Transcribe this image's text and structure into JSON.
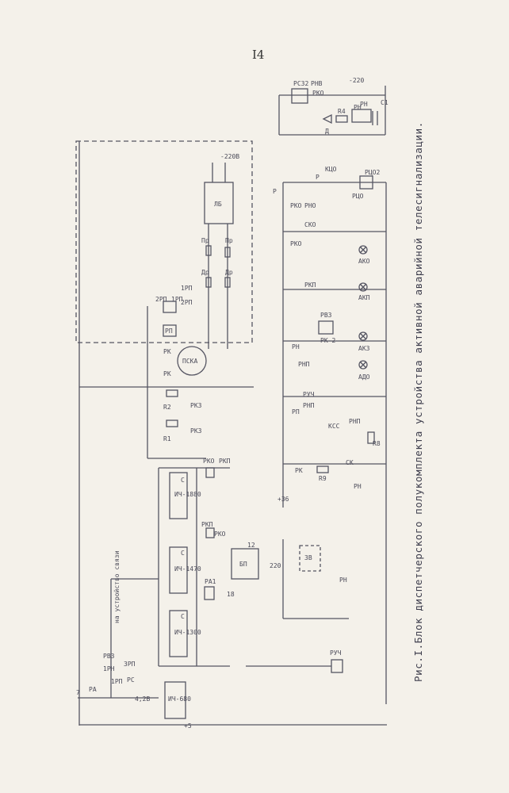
{
  "page": {
    "number": "I4"
  },
  "figure": {
    "caption": "Рис.I.Блок диспетчерского полукомплекта устройства активной аварийной телесигнализации."
  },
  "labels": {
    "minus220_top": "-220",
    "rs32": "РС32",
    "rnv": "РНВ",
    "rko_small": "РКО",
    "d": "Д",
    "r4": "R4",
    "rn_top": "РН",
    "rn_small": "РН",
    "c1": "С1",
    "minus220b": "-220В",
    "lb": "ЛБ",
    "pr1": "Пр",
    "pr2": "Пр",
    "dr1": "Др",
    "dr2": "Др",
    "p_top": "Р",
    "p_small": "Р",
    "rko_b": "РКО",
    "rno": "РНО",
    "kco": "КЦО",
    "sko": "СКО",
    "rko_c": "РКО",
    "rco": "РЦО",
    "rco2": "РЦО2",
    "ako": "АКО",
    "rkp": "РКП",
    "akp": "АКП",
    "rn_mid": "РН",
    "rvz": "РВЗ",
    "rk2": "РК-2",
    "rnp_mid": "РНП",
    "akz": "АКЗ",
    "ado": "АДО",
    "rp_mid": "РП",
    "rnp_low": "РНП",
    "ruch": "РУЧ",
    "ksg": "КСС",
    "rnp_mid2": "РНП",
    "r8": "R8",
    "rk_low": "РК",
    "r9": "R9",
    "sk": "СК",
    "rn_low": "РН",
    "plus36": "+36",
    "zv": "ЗВ",
    "rn_bell": "РН",
    "rp2": "2РП",
    "rp1": "1РП",
    "rp_left": "РП",
    "rpa": "1РП",
    "rpb": "2РП",
    "rk_pska": "РК",
    "rk_pska2": "РК",
    "pska": "ПСКА",
    "r2": "R2",
    "r1": "R1",
    "rk3": "РКЗ",
    "rk3b": "РКЗ",
    "plus_wire": "+",
    "ich1880": "ИЧ-1880",
    "ich1470": "ИЧ-1470",
    "ich1300": "ИЧ-1300",
    "ich680": "ИЧ-680",
    "c_a": "С",
    "c_b": "С",
    "c_c": "С",
    "rko_up": "РКО",
    "rkp_up": "РКП",
    "rkp_mid": "РКП",
    "rko_mid": "РКО",
    "ra1": "РА1",
    "bp": "БП",
    "v220": "220",
    "v18": "18",
    "v12": "12",
    "ruch_low": "РУЧ",
    "plus_5": "+5",
    "ra_left": "РА",
    "rp_left2": "1РП",
    "zrp": "ЗРП",
    "rc": "РС",
    "rvz2": "РВЗ",
    "rn_left": "1РН",
    "to_comm": "на устройство связи",
    "v4": "4,2В",
    "f7": "7",
    "plus_top": "+"
  }
}
